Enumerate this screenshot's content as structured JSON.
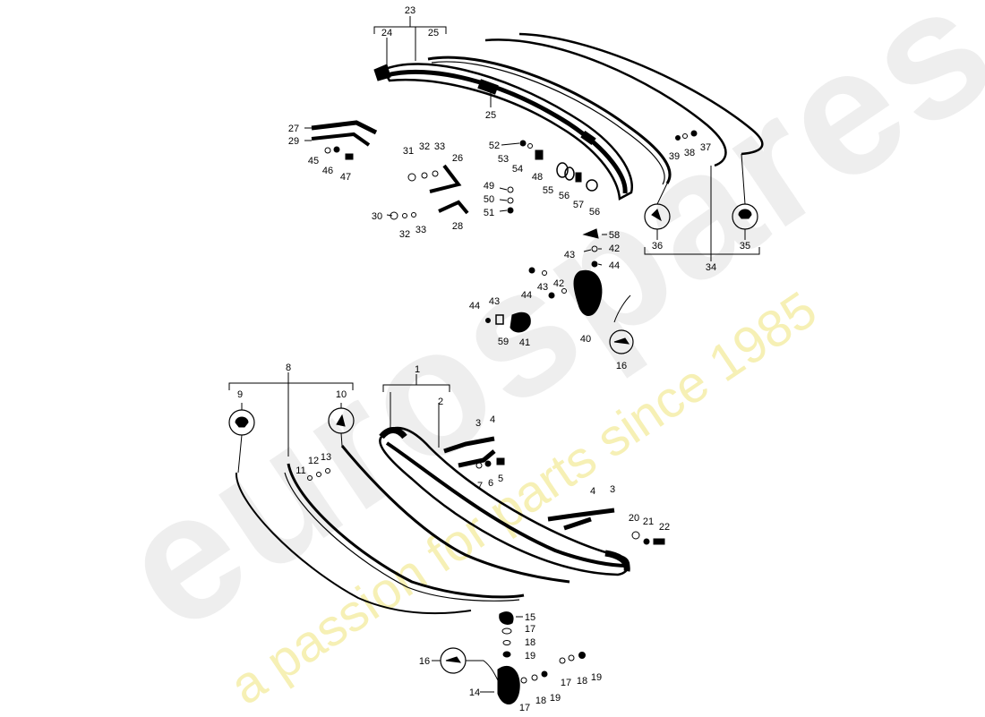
{
  "watermark": {
    "brand": "eurospares",
    "tagline": "a passion for parts since 1985"
  },
  "labels": {
    "l1": "1",
    "l2": "2",
    "l3a": "3",
    "l4a": "4",
    "l5": "5",
    "l6": "6",
    "l7": "7",
    "l3b": "3",
    "l4b": "4",
    "l8": "8",
    "l9": "9",
    "l10": "10",
    "l11": "11",
    "l12": "12",
    "l13": "13",
    "l14": "14",
    "l15": "15",
    "l16a": "16",
    "l16b": "16",
    "l17a": "17",
    "l17b": "17",
    "l17c": "17",
    "l18a": "18",
    "l18b": "18",
    "l18c": "18",
    "l19a": "19",
    "l19b": "19",
    "l19c": "19",
    "l20": "20",
    "l21": "21",
    "l22": "22",
    "l23": "23",
    "l24": "24",
    "l25a": "25",
    "l25b": "25",
    "l26": "26",
    "l27": "27",
    "l28": "28",
    "l29": "29",
    "l30": "30",
    "l31": "31",
    "l32a": "32",
    "l32b": "32",
    "l33a": "33",
    "l33b": "33",
    "l34": "34",
    "l35": "35",
    "l36": "36",
    "l37": "37",
    "l38": "38",
    "l39": "39",
    "l40": "40",
    "l41": "41",
    "l42a": "42",
    "l42b": "42",
    "l43a": "43",
    "l43b": "43",
    "l43c": "43",
    "l44a": "44",
    "l44b": "44",
    "l44c": "44",
    "l45": "45",
    "l46": "46",
    "l47": "47",
    "l48": "48",
    "l49": "49",
    "l50": "50",
    "l51": "51",
    "l52": "52",
    "l53": "53",
    "l54": "54",
    "l55": "55",
    "l56a": "56",
    "l56b": "56",
    "l57": "57",
    "l58": "58",
    "l59": "59"
  }
}
